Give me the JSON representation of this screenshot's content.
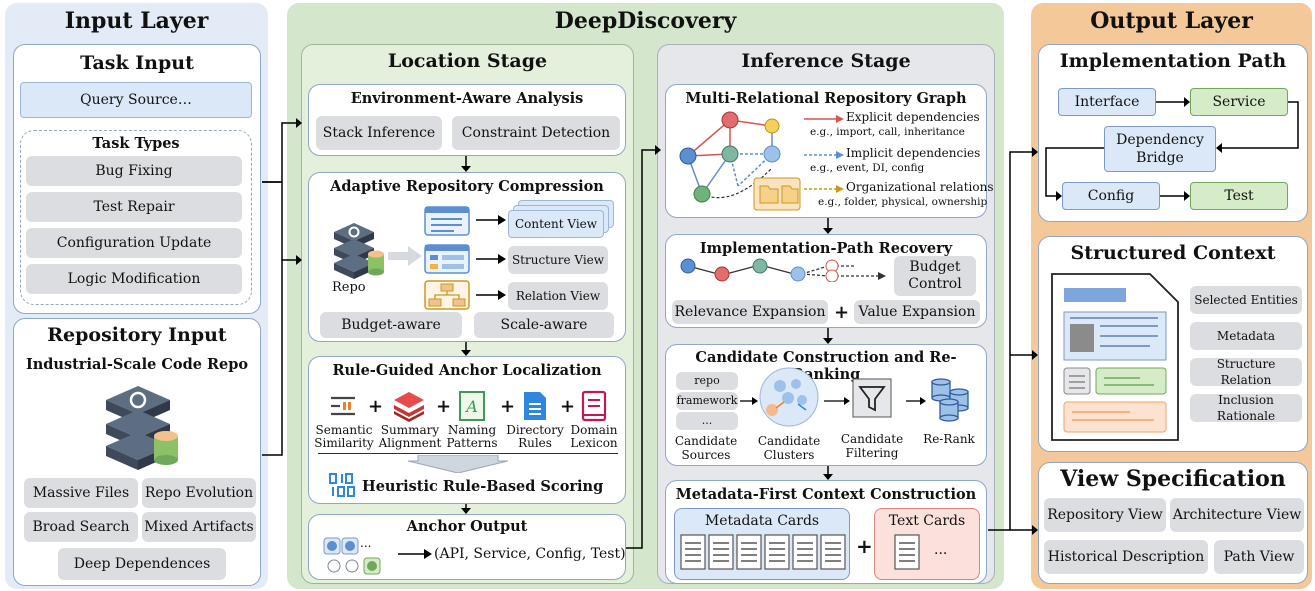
{
  "input_layer": {
    "title": "Input Layer",
    "task_input": {
      "title": "Task Input",
      "query": "Query Source…",
      "types_title": "Task Types",
      "types": [
        "Bug Fixing",
        "Test Repair",
        "Configuration Update",
        "Logic Modification"
      ]
    },
    "repo_input": {
      "title": "Repository Input",
      "subtitle": "Industrial-Scale Code Repo",
      "traits": [
        "Massive Files",
        "Repo Evolution",
        "Broad Search",
        "Mixed Artifacts",
        "Deep Dependences"
      ]
    }
  },
  "deep": {
    "title": "DeepDiscovery",
    "location": {
      "title": "Location Stage",
      "env": {
        "title": "Environment-Aware Analysis",
        "items": [
          "Stack Inference",
          "Constraint Detection"
        ]
      },
      "arc": {
        "title": "Adaptive Repository Compression",
        "repo_label": "Repo",
        "views": [
          "Content View",
          "Structure View",
          "Relation View"
        ],
        "tags": [
          "Budget-aware",
          "Scale-aware"
        ]
      },
      "rgal": {
        "title": "Rule-Guided Anchor Localization",
        "rules": [
          {
            "l1": "Semantic",
            "l2": "Similarity"
          },
          {
            "l1": "Summary",
            "l2": "Alignment"
          },
          {
            "l1": "Naming",
            "l2": "Patterns"
          },
          {
            "l1": "Directory",
            "l2": "Rules"
          },
          {
            "l1": "Domain",
            "l2": "Lexicon"
          }
        ],
        "plus": "+",
        "scoring": "Heuristic Rule-Based Scoring"
      },
      "anchor": {
        "title": "Anchor Output",
        "ellipsis": "...",
        "tuple": "(API, Service, Config, Test)"
      }
    },
    "inference": {
      "title": "Inference Stage",
      "mrg": {
        "title": "Multi-Relational Repository Graph",
        "legend": [
          {
            "name": "Explicit dependencies",
            "desc": "e.g., import, call, inheritance",
            "color": "#d9534f"
          },
          {
            "name": "Implicit dependencies",
            "desc": "e.g., event, DI, config",
            "color": "#5b8fd1"
          },
          {
            "name": "Organizational relations",
            "desc": "e.g., folder, physical, ownership",
            "color": "#c89b1c"
          }
        ]
      },
      "ipr": {
        "title": "Implementation-Path Recovery",
        "budget": "Budget Control",
        "expansions": [
          "Relevance Expansion",
          "Value Expansion"
        ],
        "plus": "+"
      },
      "ccr": {
        "title": "Candidate Construction and Re-Ranking",
        "sources": [
          "repo",
          "framework",
          "..."
        ],
        "labels": [
          {
            "l1": "Candidate",
            "l2": "Sources"
          },
          {
            "l1": "Candidate",
            "l2": "Clusters"
          },
          {
            "l1": "Candidate",
            "l2": "Filtering"
          },
          {
            "l1": "Re-Rank",
            "l2": ""
          }
        ]
      },
      "mfcc": {
        "title": "Metadata-First Context Construction",
        "meta": "Metadata Cards",
        "text": "Text Cards",
        "ellipsis": "...",
        "plus": "+"
      }
    }
  },
  "output_layer": {
    "title": "Output Layer",
    "impl": {
      "title": "Implementation Path",
      "nodes": {
        "interface": "Interface",
        "service": "Service",
        "bridge": "Dependency Bridge",
        "config": "Config",
        "test": "Test"
      }
    },
    "sc": {
      "title": "Structured Context",
      "items": [
        "Selected Entities",
        "Metadata",
        "Structure Relation",
        "Inclusion Rationale"
      ]
    },
    "vs": {
      "title": "View Specification",
      "items": [
        "Repository View",
        "Architecture View",
        "Historical Description",
        "Path View"
      ]
    }
  },
  "colors": {
    "input_bg": "#e3ebf6",
    "deep_bg": "#d4e6cc",
    "output_bg": "#f5c89a",
    "card_border": "#8fa7c9"
  }
}
